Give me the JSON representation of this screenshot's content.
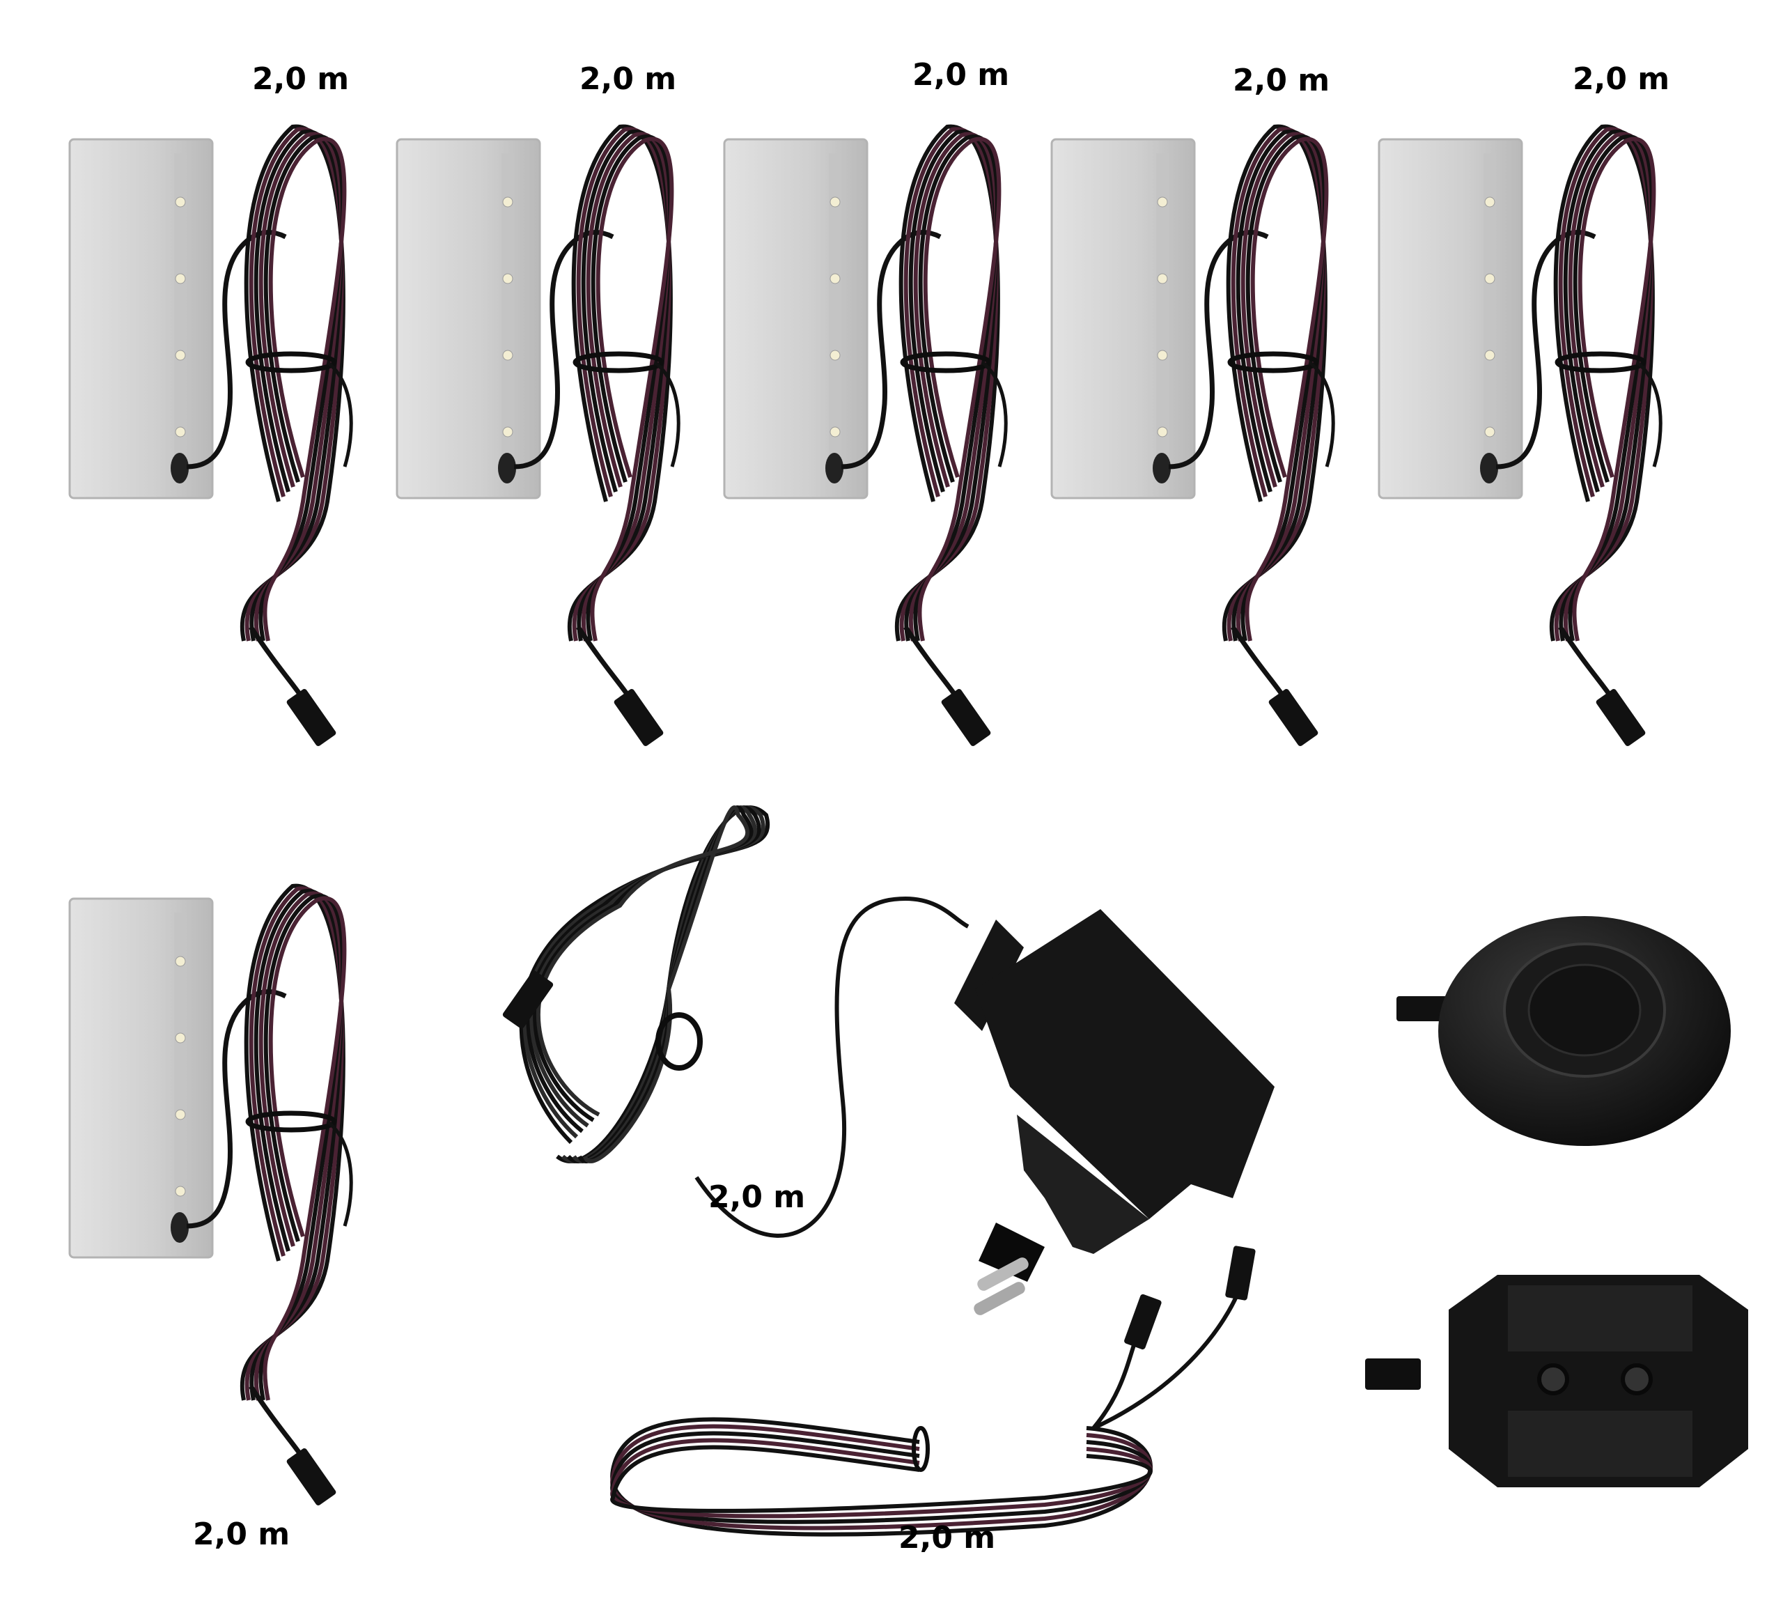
{
  "scene": {
    "background": "#ffffff",
    "lamp_count": 6,
    "colors": {
      "panel": "#d3d3d3",
      "panel_edge": "#b3b3b3",
      "cable_black": "#111111",
      "cable_red": "#4a2233",
      "device_black": "#161616"
    }
  },
  "labels": {
    "lamp1": "2,0 m",
    "lamp2": "2,0 m",
    "lamp3": "2,0 m",
    "lamp4": "2,0 m",
    "lamp5": "2,0 m",
    "lamp6": "2,0 m",
    "adapter": "2,0 m",
    "splitter": "2,0 m"
  }
}
